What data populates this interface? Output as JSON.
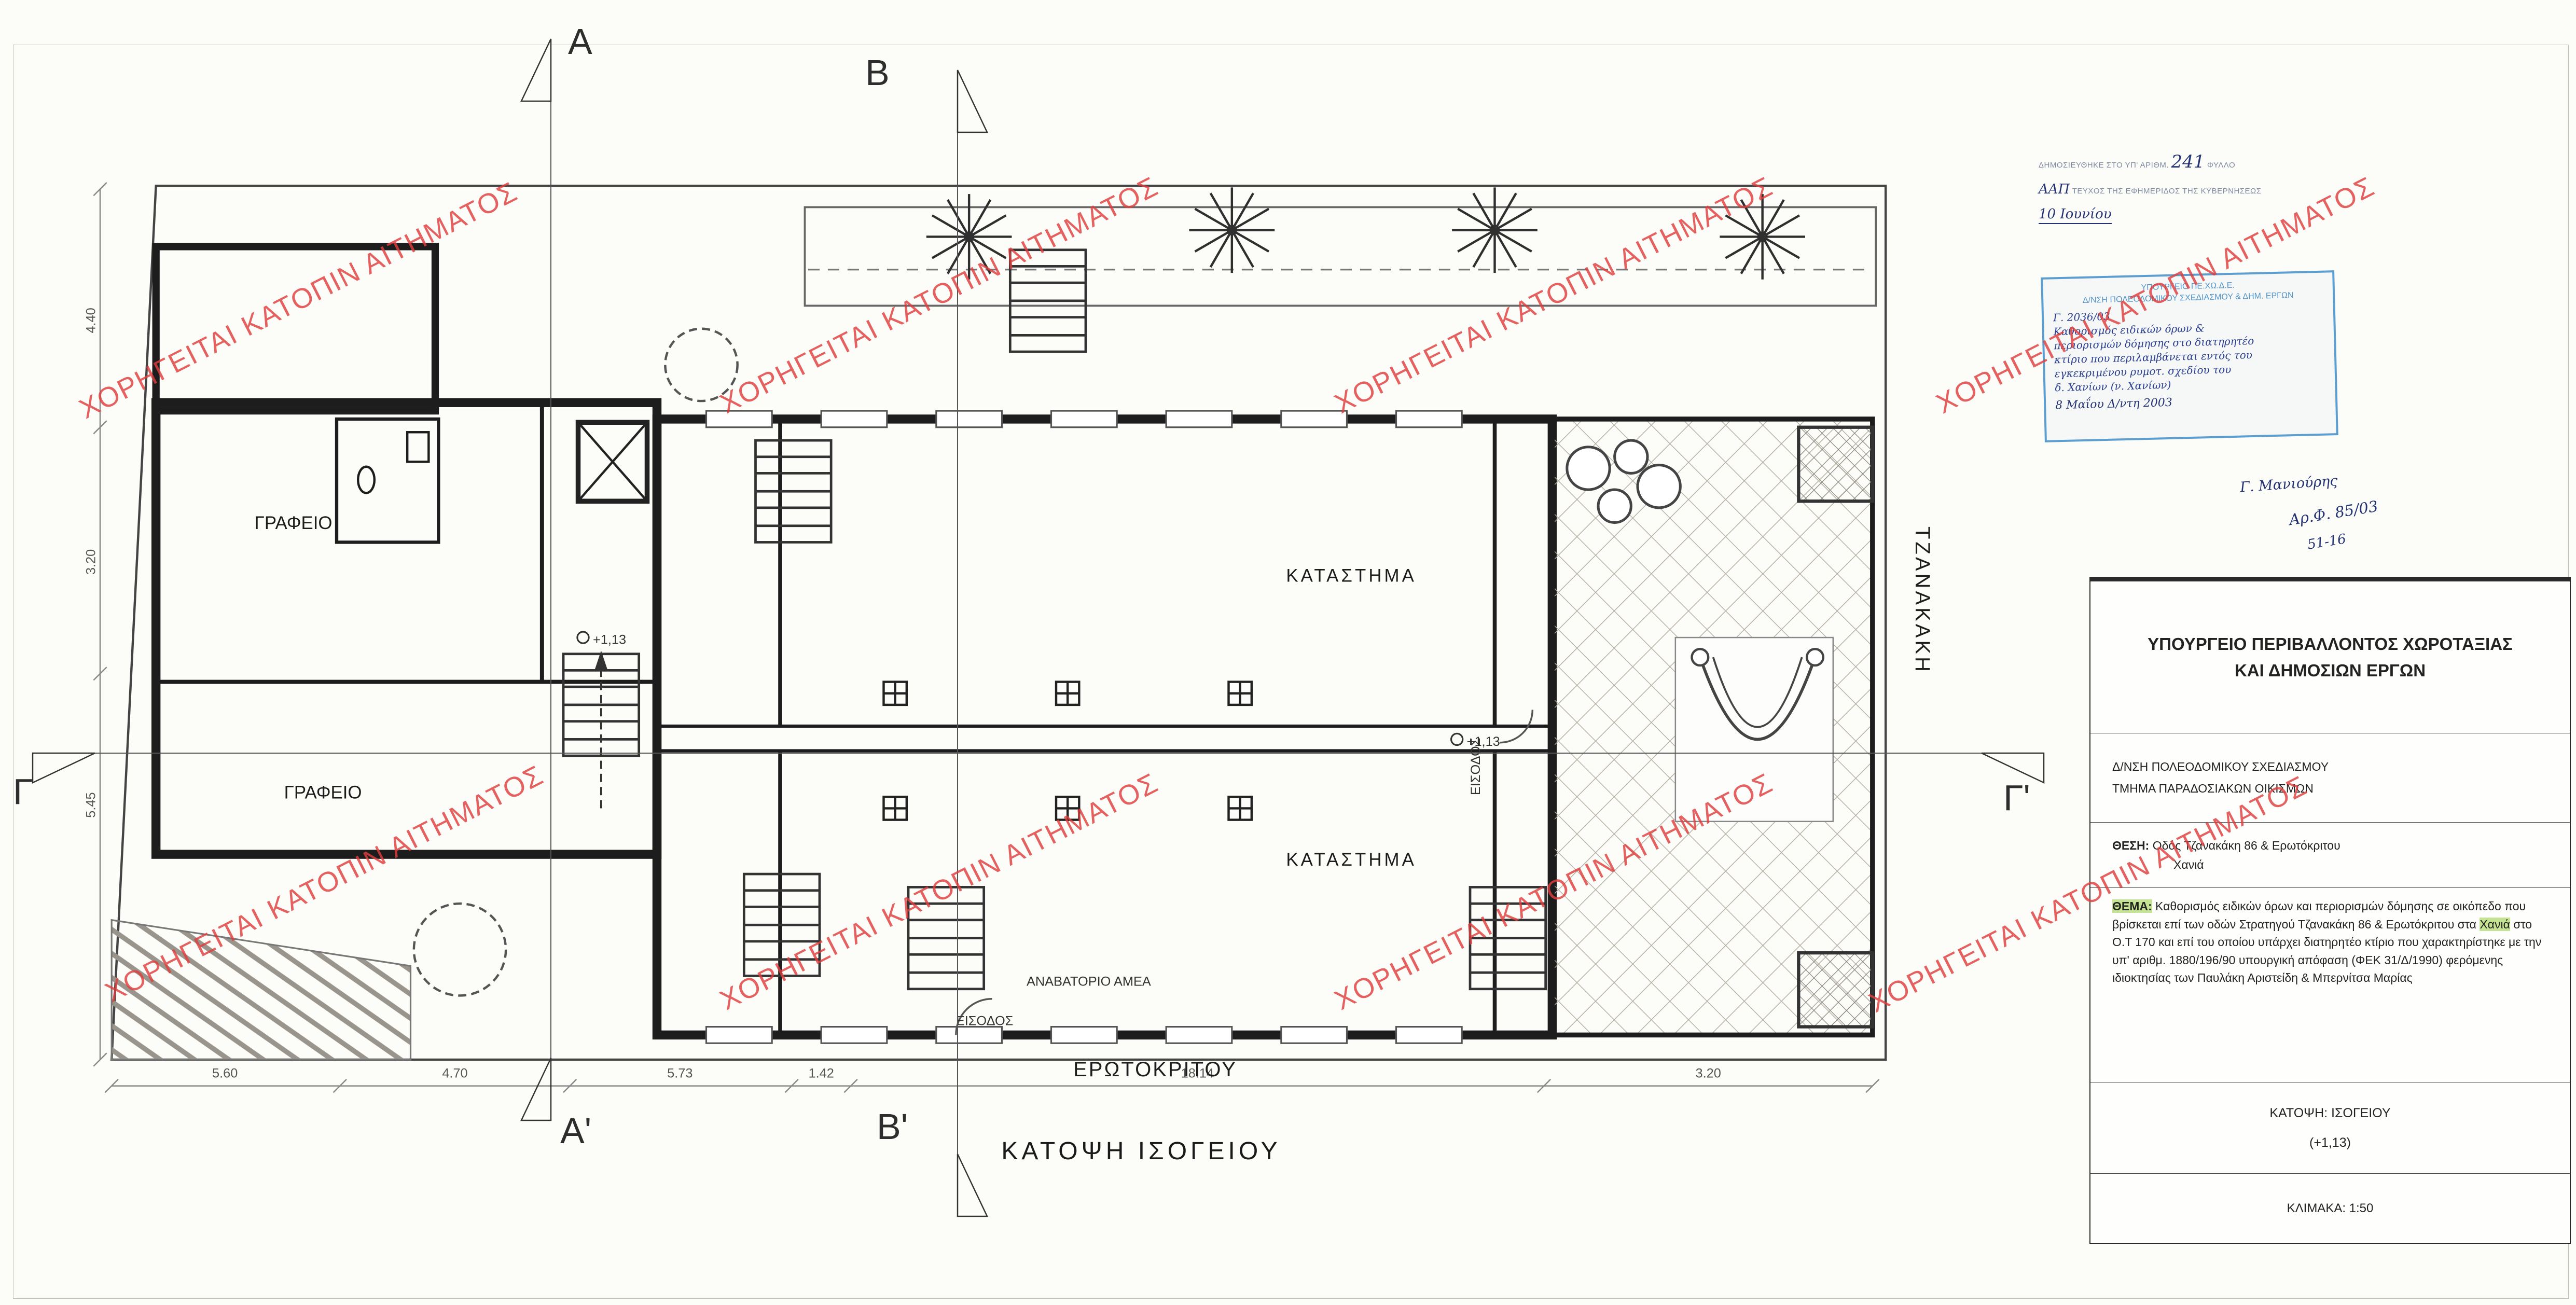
{
  "watermark": {
    "text": "ΧΟΡΗΓΕΙΤΑΙ ΚΑΤΟΠΙΝ ΑΙΤΗΜΑΤΟΣ",
    "color": "#de3e3e"
  },
  "markers": {
    "a": "Α",
    "a_prime": "Α'",
    "b": "Β",
    "b_prime": "Β'",
    "g": "Γ",
    "g_prime": "Γ'"
  },
  "plan": {
    "title": "ΚΑΤΟΨΗ ΙΣΟΓΕΙΟΥ",
    "street_bottom": "ΕΡΩΤΟΚΡΙΤΟΥ",
    "street_right": "ΤΖΑΝΑΚΑΚΗ",
    "labels": {
      "office": "ΓΡΑΦΕΙΟ",
      "shop": "ΚΑΤΑΣΤΗΜΑ",
      "entrance": "ΕΙΣΟΔΟΣ",
      "lift": "ΑΝΑΒΑΤΟΡΙΟ ΑΜΕΑ",
      "level_plus": "+1,13"
    },
    "dims_bottom": [
      "5.60",
      "4.70",
      "5.73",
      "1.42",
      "18.14",
      "3.20"
    ],
    "dims_left": [
      "4.40",
      "3.20",
      "5.45"
    ]
  },
  "annotations": {
    "gazette_pre": "ΔΗΜΟΣΙΕΥΘΗΚΕ ΣΤΟ ΥΠ' ΑΡΙΘΜ.",
    "gazette_no": "241",
    "gazette_post": "ΦΥΛΛΟ",
    "aap": "ΑΑΠ",
    "gazette_line2": "ΤΕΥΧΟΣ ΤΗΣ ΕΦΗΜΕΡΙΔΟΣ ΤΗΣ ΚΥΒΕΡΝΗΣΕΩΣ",
    "date_hand": "10 Ιουνίου",
    "stamp": {
      "header1": "ΥΠΟΥΡΓΕΙΟ ΠΕ.ΧΩ.Δ.Ε.",
      "header2": "Δ/ΝΣΗ ΠΟΛΕΟΔΟΜΙΚΟΥ ΣΧΕΔΙΑΣΜΟΥ & ΔΗΜ. ΕΡΓΩΝ",
      "lines": [
        "Γ. 2036/03",
        "Καθορισμός ειδικών όρων &",
        "περιορισμών δόμησης στο διατηρητέο",
        "κτίριο που περιλαμβάνεται εντός του",
        "εγκεκριμένου ρυμοτ. σχεδίου του",
        "δ. Χανίων (ν. Χανίων)"
      ],
      "date": "8 Μαΐου   Δ/ντη   2003"
    },
    "signature": "Γ. Μανιούρης",
    "file_ref": "Αρ.Φ. 85/03",
    "file_ref2": "51-16"
  },
  "titleblock": {
    "ministry1": "ΥΠΟΥΡΓΕΙΟ ΠΕΡΙΒΑΛΛΟΝΤΟΣ ΧΩΡΟΤΑΞΙΑΣ",
    "ministry2": "ΚΑΙ ΔΗΜΟΣΙΩΝ ΕΡΓΩΝ",
    "dept1": "Δ/ΝΣΗ ΠΟΛΕΟΔΟΜΙΚΟΥ ΣΧΕΔΙΑΣΜΟΥ",
    "dept2": "ΤΜΗΜΑ ΠΑΡΑΔΟΣΙΑΚΩΝ ΟΙΚΙΣΜΩΝ",
    "thesi_label": "ΘΕΣΗ:",
    "thesi": "Οδός  Τζανακάκη 86 &  Ερωτόκριτου",
    "city": "Χανιά",
    "thema_label": "ΘΕΜΑ:",
    "thema_part1": " Καθορισμός ειδικών όρων και περιορισμών δόμησης σε οικόπεδο που βρίσκεται επί των οδών  Στρατηγού Τζανακάκη 86 & Ερωτόκριτου στα ",
    "thema_city": "Χανιά",
    "thema_part2": " στο Ο.Τ 170 και επί του οποίου υπάρχει διατηρητέο κτίριο που χαρακτηρίστηκε με την υπ' αριθμ.  1880/196/90 υπουργική απόφαση  (ΦΕΚ 31/Δ/1990) φερόμενης ιδιοκτησίας των  Παυλάκη Αριστείδη &  Μπερνίτσα Μαρίας",
    "drawing_title": "ΚΑΤΟΨΗ: ΙΣΟΓΕΙΟΥ",
    "level": "(+1,13)",
    "scale": "ΚΛΙΜΑΚΑ: 1:50"
  }
}
